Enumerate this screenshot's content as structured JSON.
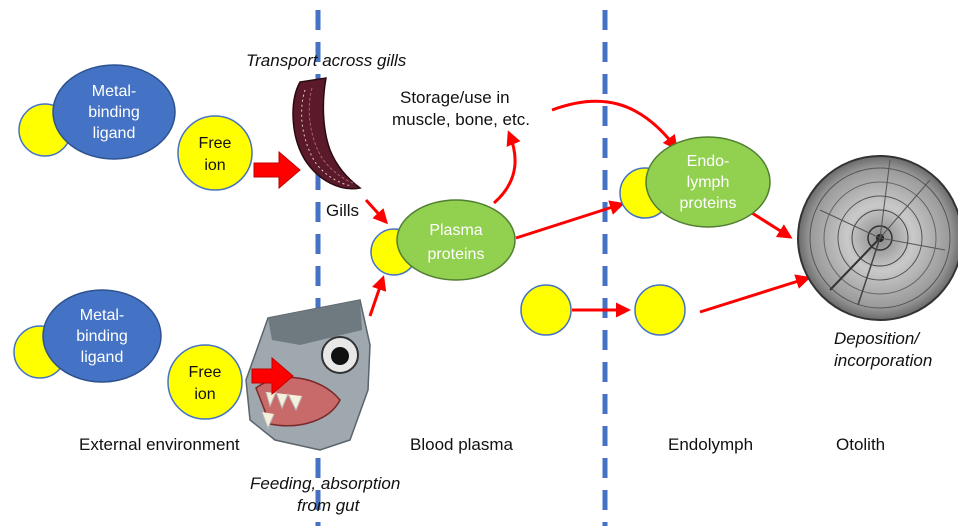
{
  "colors": {
    "divider": "#4472C4",
    "ligand": "#4472C4",
    "ion": "#FFFF00",
    "protein": "#92D050",
    "arrow": "#FF0000",
    "text": "#111111"
  },
  "annotations": {
    "transport": "Transport across gills",
    "storage_line1": "Storage/use in",
    "storage_line2": "muscle, bone, etc.",
    "gills": "Gills",
    "deposition_line1": "Deposition/",
    "deposition_line2": "incorporation",
    "feeding_line1": "Feeding, absorption",
    "feeding_line2": "from gut"
  },
  "compartments": {
    "external": "External environment",
    "plasma": "Blood plasma",
    "endolymph": "Endolymph",
    "otolith": "Otolith"
  },
  "nodes": {
    "ligand_top": {
      "line1": "Metal-",
      "line2": "binding",
      "line3": "ligand"
    },
    "ligand_bottom": {
      "line1": "Metal-",
      "line2": "binding",
      "line3": "ligand"
    },
    "free_ion_top": {
      "line1": "Free",
      "line2": "ion"
    },
    "free_ion_bottom": {
      "line1": "Free",
      "line2": "ion"
    },
    "plasma_proteins": {
      "line1": "Plasma",
      "line2": "proteins"
    },
    "endolymph_proteins": {
      "line1": "Endo-",
      "line2": "lymph",
      "line3": "proteins"
    }
  },
  "icons": [
    "gill-image",
    "fish-head-image",
    "otolith-image"
  ]
}
